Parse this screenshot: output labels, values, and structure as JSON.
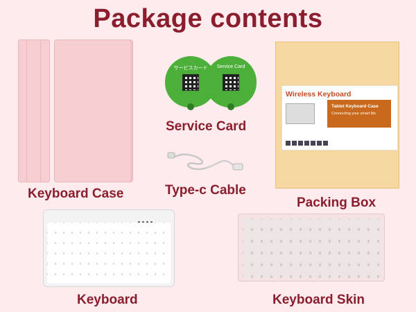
{
  "page": {
    "title": "Package contents"
  },
  "items": {
    "keyboard_case": {
      "label": "Keyboard Case"
    },
    "service_card": {
      "label": "Service Card",
      "card_text_left": "サービスカード",
      "card_text_right": "Service Card"
    },
    "cable": {
      "label": "Type-c Cable"
    },
    "packing_box": {
      "label": "Packing Box",
      "brand": "Wireless Keyboard",
      "panel_title": "Tablet Keyboard Case",
      "panel_subtitle": "Connecting your smart life"
    },
    "keyboard": {
      "label": "Keyboard"
    },
    "keyboard_skin": {
      "label": "Keyboard Skin"
    }
  },
  "colors": {
    "background": "#fdebed",
    "title": "#8b1e2e",
    "case_pink": "#f7cfd2",
    "leaf_green": "#4caf3a",
    "box_tan": "#f6d9a0",
    "box_orange": "#c8691e"
  }
}
